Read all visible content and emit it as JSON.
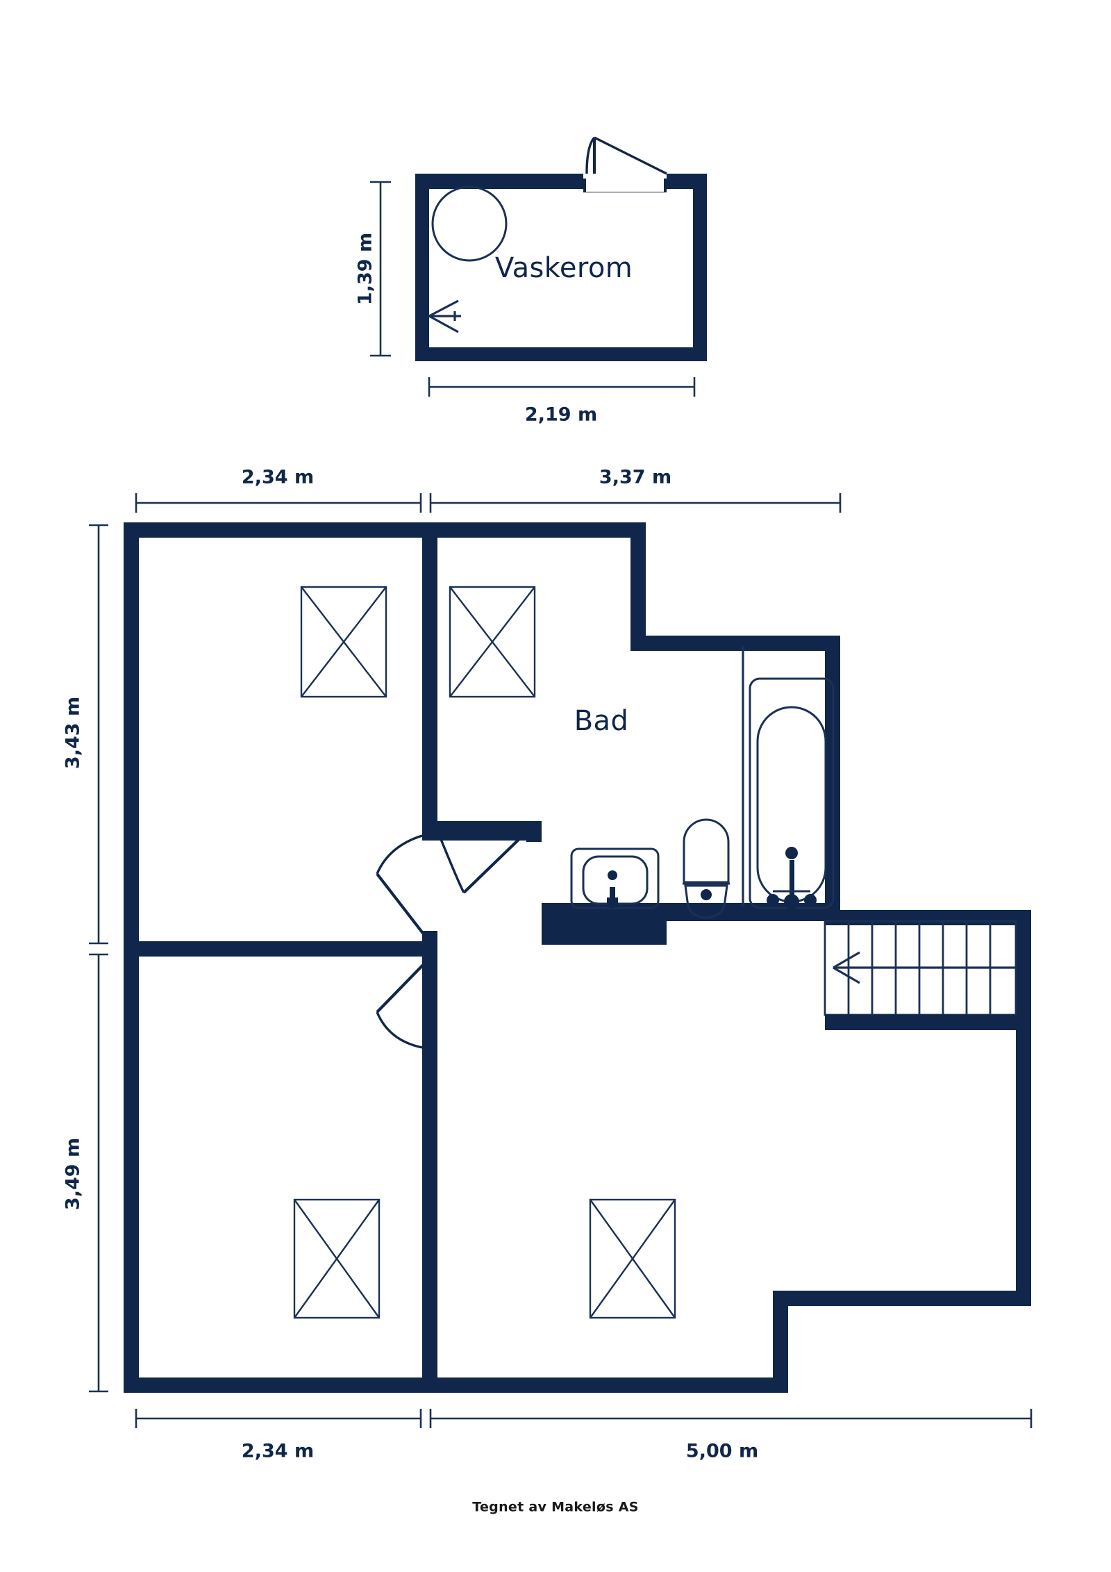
{
  "document": {
    "type": "floor-plan",
    "footer_credit": "Tegnet av Makeløs AS",
    "palette": {
      "wall": "#10264a",
      "line": "#1b3055",
      "background": "#ffffff",
      "footer_text": "#1a1a1a"
    }
  },
  "rooms": [
    {
      "id": "vaskerom",
      "label": "Vaskerom"
    },
    {
      "id": "bad",
      "label": "Bad"
    }
  ],
  "dimensions": {
    "vaskerom_height": "1,39 m",
    "vaskerom_width": "2,19 m",
    "main_top_left": "2,34 m",
    "main_top_right": "3,37 m",
    "main_left_upper": "3,43 m",
    "main_left_lower": "3,49 m",
    "main_bottom_left": "2,34 m",
    "main_bottom_right": "5,00 m"
  },
  "fixtures": [
    {
      "name": "washing-machine-circle",
      "room": "vaskerom"
    },
    {
      "name": "floor-drain-arrow",
      "room": "vaskerom"
    },
    {
      "name": "door-swing-vaskerom",
      "room": "vaskerom"
    },
    {
      "name": "sink",
      "room": "bad"
    },
    {
      "name": "toilet",
      "room": "bad"
    },
    {
      "name": "bathtub",
      "room": "bad"
    },
    {
      "name": "staircase",
      "room": "main"
    },
    {
      "name": "stair-direction-arrow",
      "room": "main"
    }
  ],
  "ceiling_markers": [
    {
      "name": "ceiling-marker-top-left"
    },
    {
      "name": "ceiling-marker-top-mid"
    },
    {
      "name": "ceiling-marker-bottom-left"
    },
    {
      "name": "ceiling-marker-bottom-mid"
    }
  ],
  "doors": [
    {
      "name": "door-vaskerom-top"
    },
    {
      "name": "door-bad-upper"
    },
    {
      "name": "door-hall-upper-left"
    },
    {
      "name": "door-hall-lower-left"
    }
  ]
}
